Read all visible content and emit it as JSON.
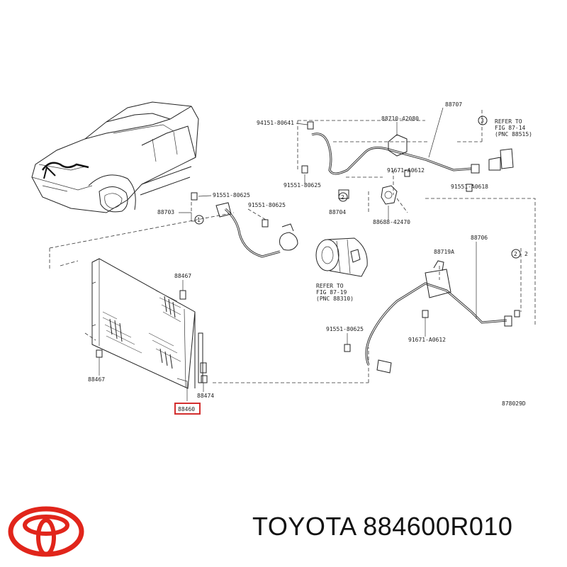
{
  "diagram": {
    "labels": {
      "p88707": "88707",
      "p94151_80641": "94151-80641",
      "p88710_42080": "88710-42080",
      "refer_87_14_a": "REFER TO",
      "refer_87_14_b": "FIG 87-14",
      "refer_87_14_c": "(PNC 88515)",
      "p91671_a0612_top": "91671-A0612",
      "p91551_80625_a": "91551-80625",
      "p91551_a0618": "91551-A0618",
      "p91551_80625_b": "91551-80625",
      "p91551_80625_c": "91551-80625",
      "p88703": "88703",
      "p88704": "88704",
      "p88688_42470": "88688-42470",
      "p88706": "88706",
      "p88719a": "88719A",
      "p88467_top": "88467",
      "refer_87_19_a": "REFER TO",
      "refer_87_19_b": "FIG 87-19",
      "refer_87_19_c": "(PNC 88310)",
      "p91551_80625_d": "91551-80625",
      "p91671_a0612_bot": "91671-A0612",
      "p88467_bot": "88467",
      "p88474": "88474",
      "p88460": "88460",
      "drawing_code": "878029D",
      "circ1": "1",
      "circ2": "2",
      "circ3": "3"
    },
    "highlight_color": "#d32f2f"
  },
  "footer": {
    "brand": "TOYOTA",
    "part_number": "884600R010",
    "logo_color": "#e1251b"
  }
}
